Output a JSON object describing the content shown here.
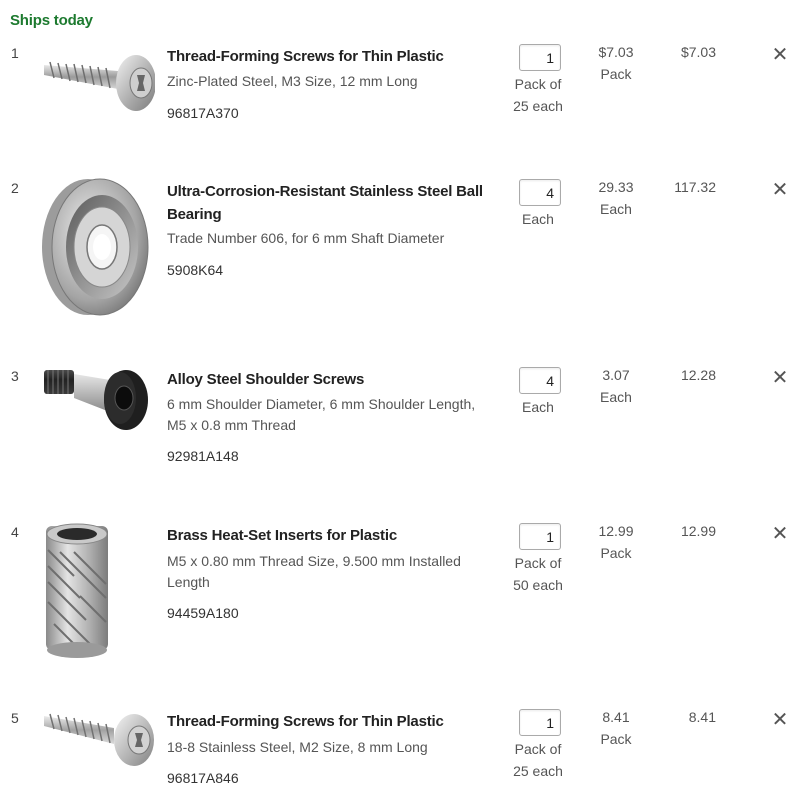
{
  "section_label": "Ships today",
  "items": [
    {
      "index": "1",
      "title": "Thread-Forming Screws for Thin Plastic",
      "spec_lines": [
        "Zinc-Plated Steel, M3 Size, 12 mm Long"
      ],
      "part_number": "96817A370",
      "quantity": "1",
      "unit_lines": [
        "Pack of",
        "25 each"
      ],
      "price_lines": [
        "$7.03",
        "Pack"
      ],
      "total": "$7.03",
      "thumbnail": "screw-icon",
      "remove_icon": "close-icon"
    },
    {
      "index": "2",
      "title_lines": [
        "Ultra-Corrosion-Resistant Stainless Steel Ball",
        "Bearing"
      ],
      "spec_lines": [
        "Trade Number 606, for 6 mm Shaft Diameter"
      ],
      "part_number": "5908K64",
      "quantity": "4",
      "unit_lines": [
        "Each"
      ],
      "price_lines": [
        "29.33",
        "Each"
      ],
      "total": "117.32",
      "thumbnail": "ball-bearing-icon",
      "remove_icon": "close-icon"
    },
    {
      "index": "3",
      "title": "Alloy Steel Shoulder Screws",
      "spec_lines": [
        "6 mm Shoulder Diameter, 6 mm Shoulder Length,",
        "M5 x 0.8 mm Thread"
      ],
      "part_number": "92981A148",
      "quantity": "4",
      "unit_lines": [
        "Each"
      ],
      "price_lines": [
        "3.07",
        "Each"
      ],
      "total": "12.28",
      "thumbnail": "shoulder-screw-icon",
      "remove_icon": "close-icon"
    },
    {
      "index": "4",
      "title": "Brass Heat-Set Inserts for Plastic",
      "spec_lines": [
        "M5 x 0.80 mm Thread Size, 9.500 mm Installed",
        "Length"
      ],
      "part_number": "94459A180",
      "quantity": "1",
      "unit_lines": [
        "Pack of",
        "50 each"
      ],
      "price_lines": [
        "12.99",
        "Pack"
      ],
      "total": "12.99",
      "thumbnail": "threaded-insert-icon",
      "remove_icon": "close-icon"
    },
    {
      "index": "5",
      "title": "Thread-Forming Screws for Thin Plastic",
      "spec_lines": [
        "18-8 Stainless Steel, M2 Size, 8 mm Long"
      ],
      "part_number": "96817A846",
      "quantity": "1",
      "unit_lines": [
        "Pack of",
        "25 each"
      ],
      "price_lines": [
        "8.41",
        "Pack"
      ],
      "total": "8.41",
      "thumbnail": "screw-icon",
      "remove_icon": "close-icon"
    }
  ],
  "colors": {
    "ships_label": "#1d7a2f",
    "text": "#333333",
    "muted": "#555555"
  }
}
